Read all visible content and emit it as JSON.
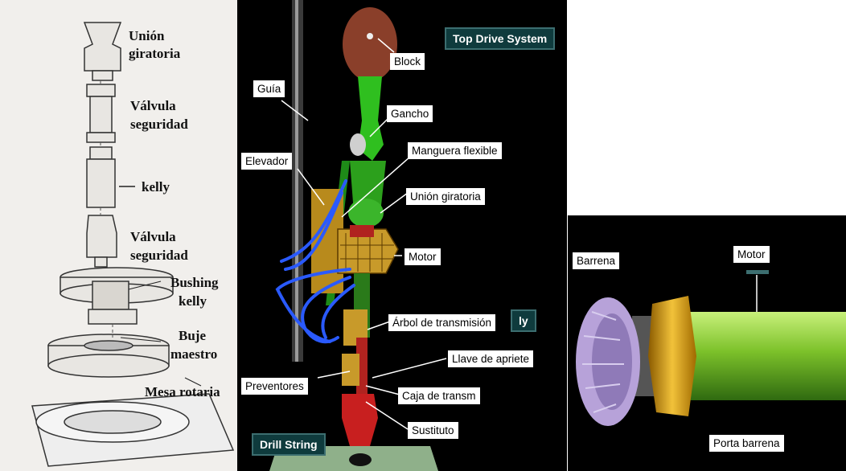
{
  "left_panel": {
    "labels": {
      "union_giratoria_1": "Unión",
      "union_giratoria_2": "giratoria",
      "valvula_seg_1_a": "Válvula",
      "valvula_seg_1_b": "seguridad",
      "kelly": "kelly",
      "valvula_seg_2_a": "Válvula",
      "valvula_seg_2_b": "seguridad",
      "bushing_a": "Bushing",
      "bushing_b": "kelly",
      "buje_a": "Buje",
      "buje_b": "maestro",
      "mesa": "Mesa rotaria"
    }
  },
  "mid_panel": {
    "tags": {
      "top_drive": "Top Drive System",
      "drill_string": "Drill String",
      "ly": "ly"
    },
    "labels": {
      "block": "Block",
      "guia": "Guía",
      "gancho": "Gancho",
      "elevador": "Elevador",
      "manguera": "Manguera flexible",
      "union": "Unión giratoria",
      "motor": "Motor",
      "arbol": "Árbol de transmisión",
      "llave": "Llave de apriete",
      "preventores": "Preventores",
      "caja": "Caja de transm",
      "sustituto": "Sustituto"
    }
  },
  "right_panel": {
    "labels": {
      "barrena": "Barrena",
      "motor": "Motor",
      "porta": "Porta barrena"
    }
  }
}
